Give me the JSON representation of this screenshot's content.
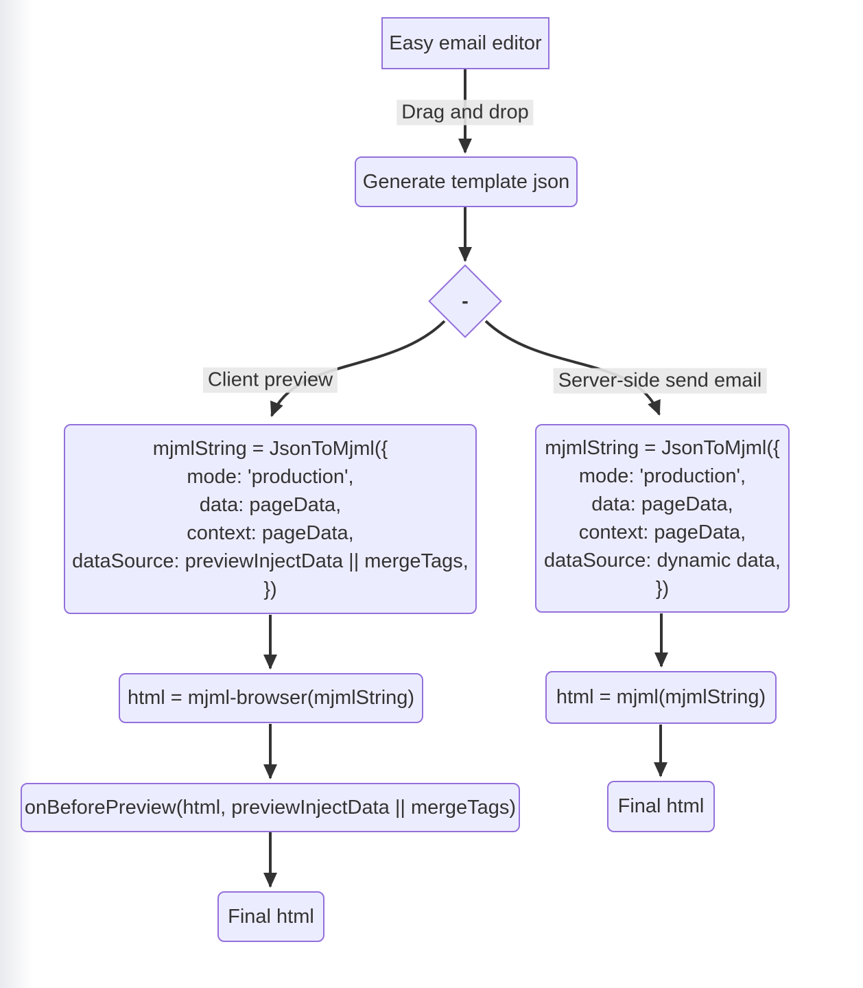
{
  "diagram": {
    "type": "flowchart",
    "nodes": {
      "editor": {
        "label": "Easy email editor"
      },
      "generate": {
        "label": "Generate template json"
      },
      "decision": {
        "label": "-"
      },
      "client_mjml": {
        "lines": [
          "mjmlString = JsonToMjml({",
          "mode: 'production',",
          "data: pageData,",
          "context: pageData,",
          "dataSource: previewInjectData || mergeTags,",
          "})"
        ]
      },
      "server_mjml": {
        "lines": [
          "mjmlString = JsonToMjml({",
          "mode: 'production',",
          "data: pageData,",
          "context: pageData,",
          "dataSource: dynamic data,",
          "})"
        ]
      },
      "client_html": {
        "label": "html = mjml-browser(mjmlString)"
      },
      "on_before_preview": {
        "label": "onBeforePreview(html, previewInjectData || mergeTags)"
      },
      "client_final": {
        "label": "Final html"
      },
      "server_html": {
        "label": "html = mjml(mjmlString)"
      },
      "server_final": {
        "label": "Final html"
      }
    },
    "edge_labels": {
      "drag_drop": "Drag and drop",
      "client_preview": "Client preview",
      "server_side": "Server-side send email"
    },
    "colors": {
      "node_fill": "#ECECFF",
      "node_border": "#9370DB",
      "edge": "#333333",
      "edge_label_bg": "#e8e8e8",
      "text": "#333333",
      "page_bg": "#ffffff"
    }
  }
}
